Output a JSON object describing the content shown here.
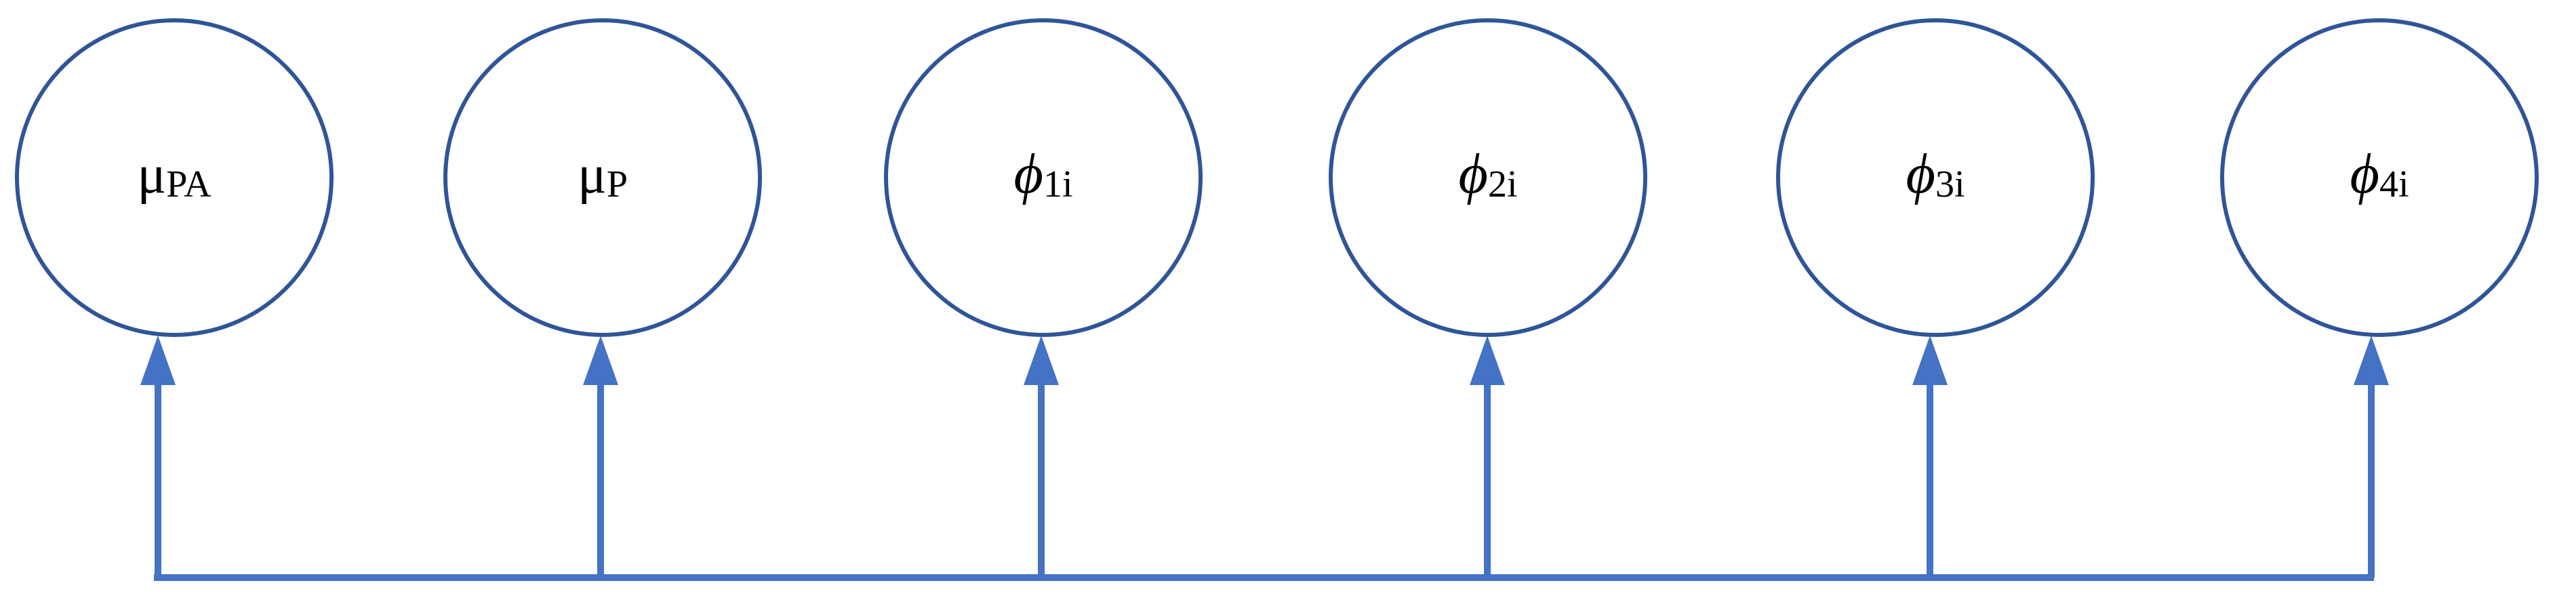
{
  "diagram": {
    "nodes": [
      {
        "id": "mu-pa",
        "symbol": "μ",
        "subscript": "PA",
        "italic": false
      },
      {
        "id": "mu-p",
        "symbol": "μ",
        "subscript": "P",
        "italic": false
      },
      {
        "id": "phi-1",
        "symbol": "ϕ",
        "subscript": "1i",
        "italic": true
      },
      {
        "id": "phi-2",
        "symbol": "ϕ",
        "subscript": "2i",
        "italic": true
      },
      {
        "id": "phi-3",
        "symbol": "ϕ",
        "subscript": "3i",
        "italic": true
      },
      {
        "id": "phi-4",
        "symbol": "ϕ",
        "subscript": "4i",
        "italic": true
      }
    ],
    "colors": {
      "circle_stroke": "#2f5597",
      "connector": "#4472c4",
      "background": "#ffffff"
    }
  }
}
